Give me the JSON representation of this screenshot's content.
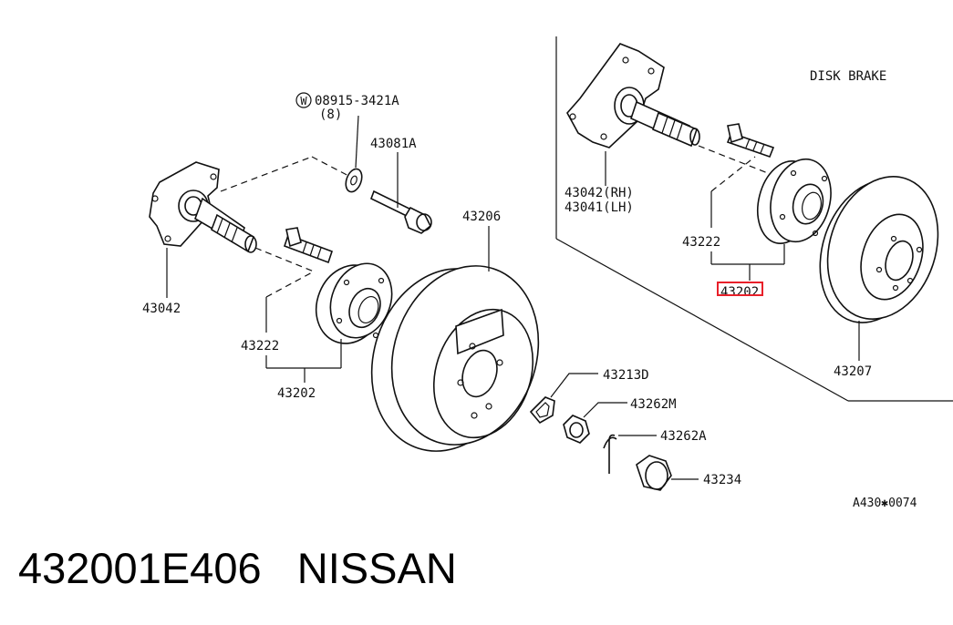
{
  "diagram": {
    "section_title": "DISK BRAKE",
    "drawing_code": "A430✱0074",
    "labels": {
      "washer_code": "W",
      "washer_part": "08915-3421A",
      "washer_qty": "(8)",
      "bolt": "43081A",
      "spindle_left": "43042",
      "spindle_right_rh": "43042(RH)",
      "spindle_right_lh": "43041(LH)",
      "drum": "43206",
      "bearing_left": "43222",
      "hub_left": "43202",
      "seal": "43213D",
      "nut": "43262M",
      "pin": "43262A",
      "cap": "43234",
      "bearing_right": "43222",
      "hub_right_highlighted": "43202",
      "disc": "43207"
    },
    "highlight_color": "#e8202a"
  },
  "footer": {
    "part_number": "432001E406",
    "brand": "NISSAN"
  }
}
